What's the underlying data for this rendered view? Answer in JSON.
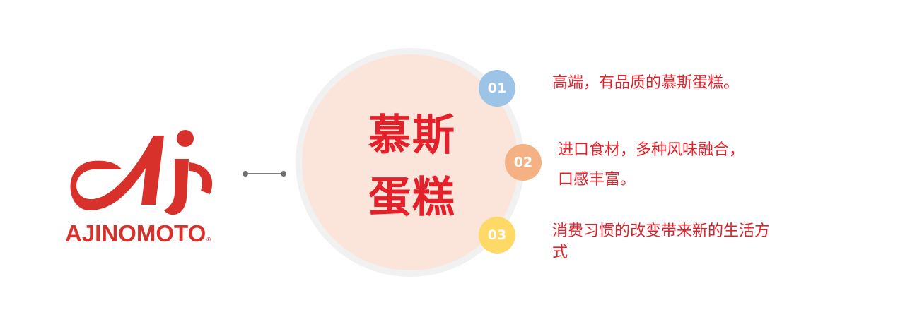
{
  "logo": {
    "monogram": "Aj",
    "wordmark": "AJINOMOTO",
    "registered": "®",
    "color": "#d8312c"
  },
  "main": {
    "title_line1": "慕斯",
    "title_line2": "蛋糕",
    "title_color": "#e4202a",
    "circle_color": "#fbe5da"
  },
  "items": [
    {
      "number": "01",
      "color": "#9dc3e6",
      "text": "高端，有品质的慕斯蛋糕。"
    },
    {
      "number": "02",
      "color": "#f4b183",
      "text_line1": "进口食材，多种风味融合，",
      "text_line2": "口感丰富。"
    },
    {
      "number": "03",
      "color": "#ffd966",
      "text_line1": "消费习惯的改变带来新的生活方",
      "text_line2": "式"
    }
  ]
}
